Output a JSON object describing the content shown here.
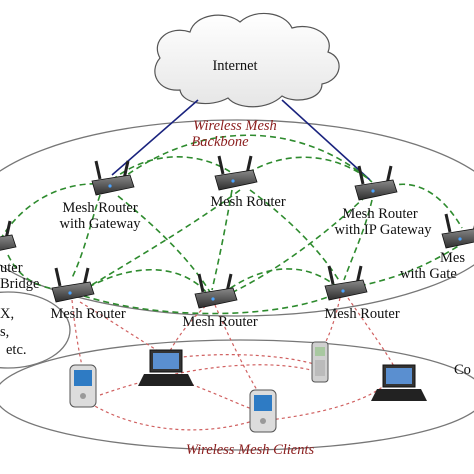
{
  "cloud": {
    "label": "Internet"
  },
  "backbone": {
    "line1": "Wireless Mesh",
    "line2": "Backbone"
  },
  "clients_label": "Wireless Mesh Clients",
  "routers": {
    "gateway": {
      "line1": "Mesh Router",
      "line2": "with Gateway"
    },
    "top": {
      "line1": "Mesh Router"
    },
    "ip_gateway": {
      "line1": "Mesh Router",
      "line2": "with IP Gateway"
    },
    "left_bridge": {
      "line1": "uter",
      "line2": "Bridge"
    },
    "right_gate": {
      "line1": "Mes",
      "line2": "with Gate"
    },
    "bottom_left": {
      "line1": "Mesh Router"
    },
    "bottom_mid": {
      "line1": "Mesh Router"
    },
    "bottom_right": {
      "line1": "Mesh Router"
    }
  },
  "left_cluster": {
    "line1": "X,",
    "line2": "s,",
    "line3": "etc."
  },
  "right_cluster": {
    "line1": "Co"
  },
  "colors": {
    "accent": "#8b1e1e",
    "mesh_link": "#2e8b2e",
    "client_link": "#d06060",
    "wired": "#1a237e"
  }
}
